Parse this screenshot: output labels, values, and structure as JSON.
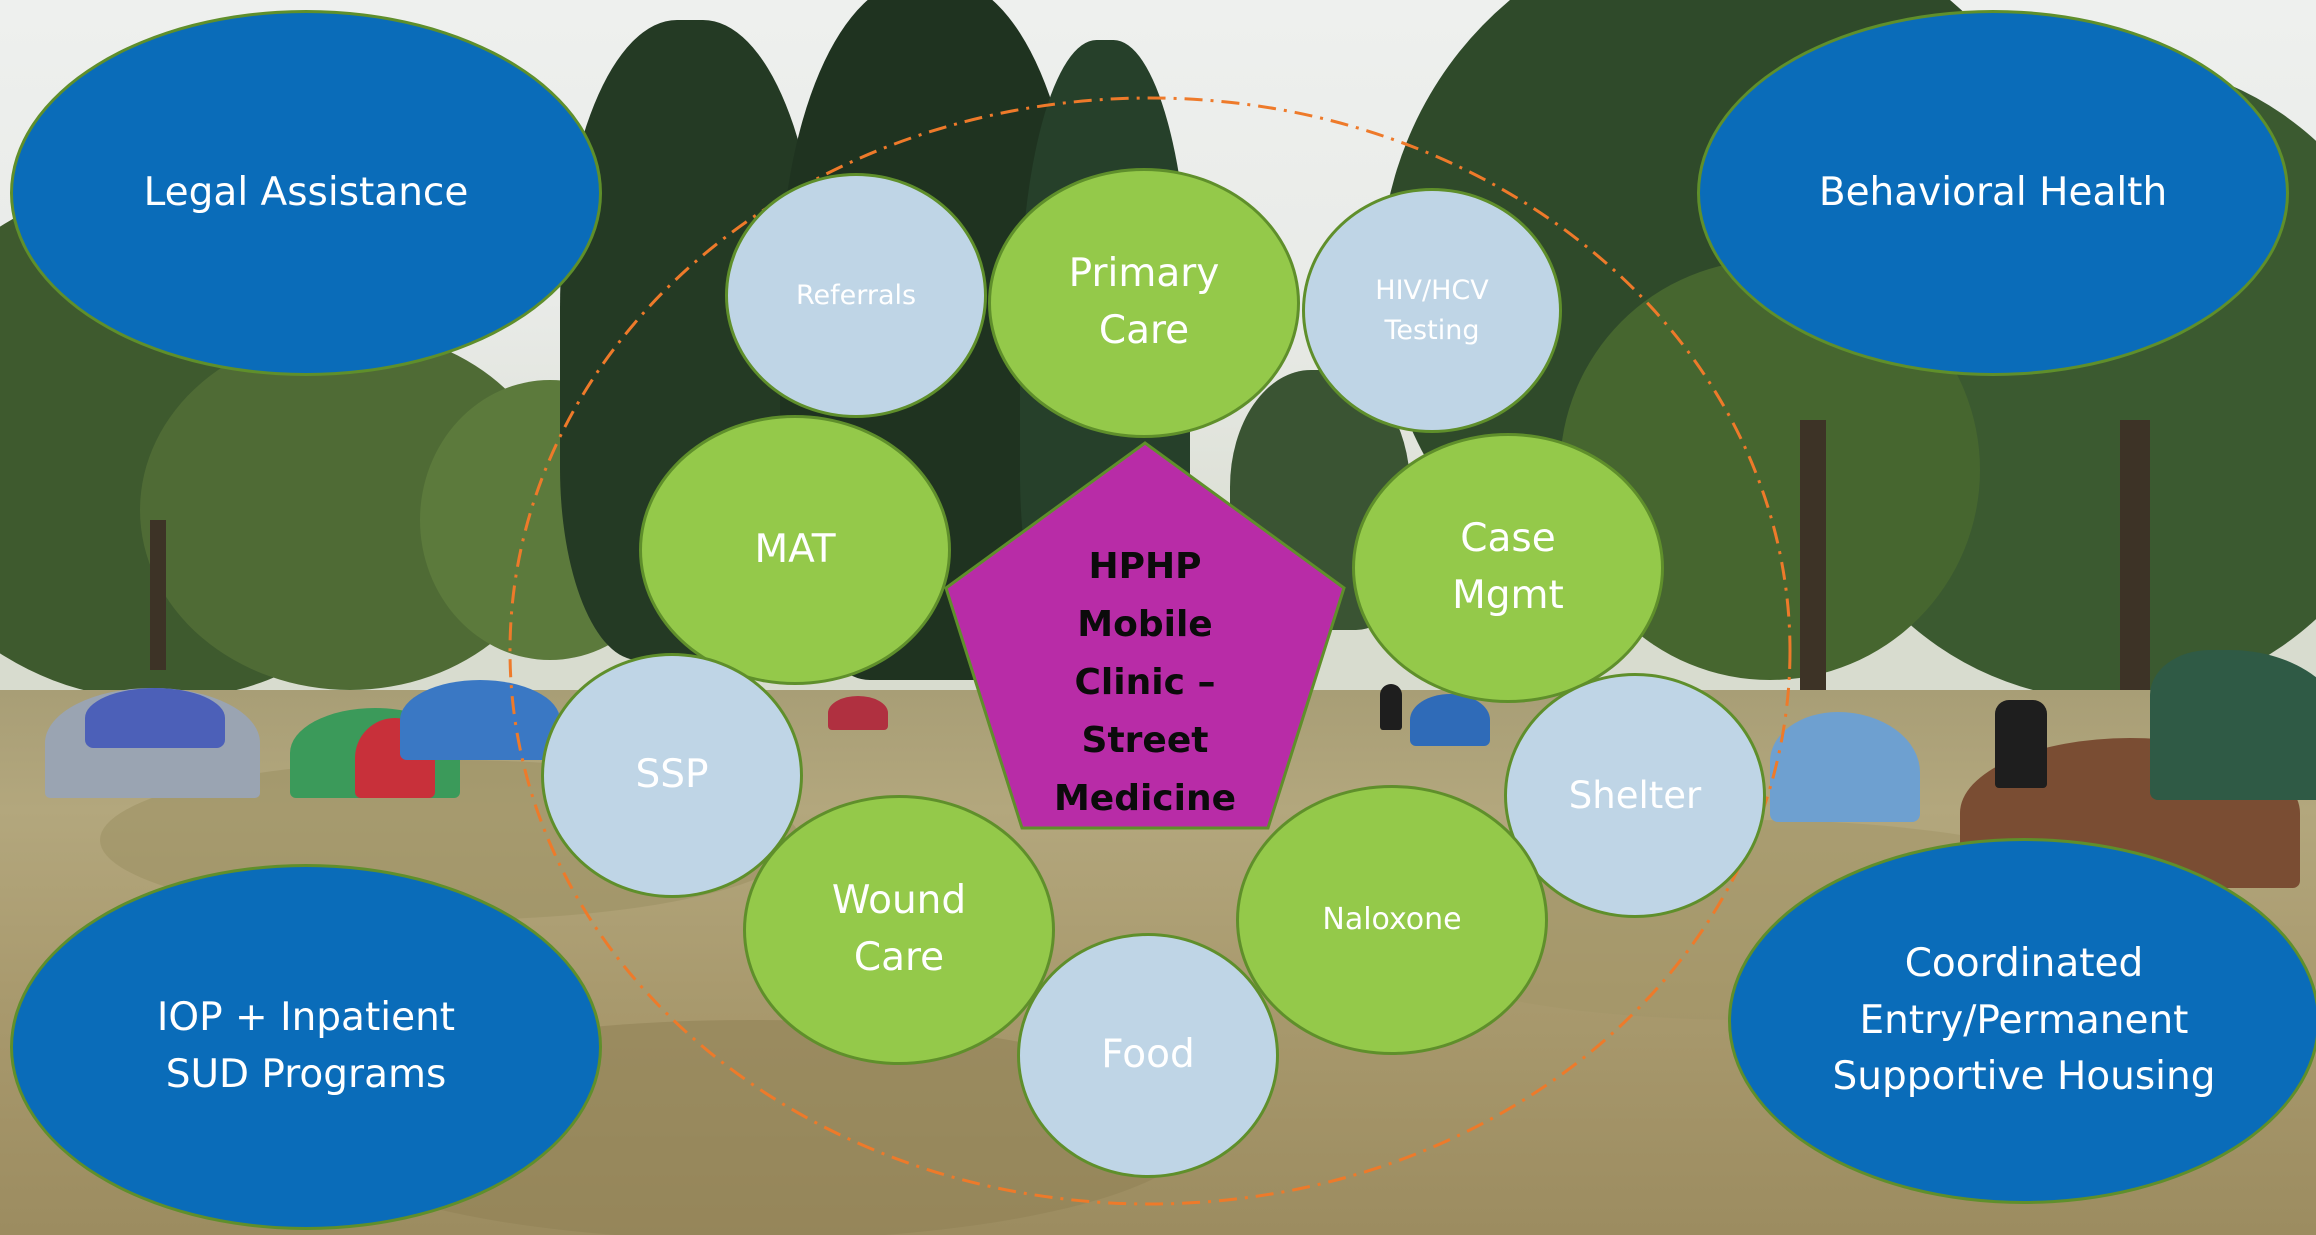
{
  "center": {
    "label": "HPHP\nMobile\nClinic –\nStreet\nMedicine",
    "color": "#b82ca7"
  },
  "outer_services": {
    "legal": "Legal Assistance",
    "behavioral": "Behavioral Health",
    "iop": "IOP + Inpatient\nSUD Programs",
    "housing": "Coordinated\nEntry/Permanent\nSupportive Housing"
  },
  "ring_services": {
    "referrals": "Referrals",
    "primary_care": "Primary\nCare",
    "hiv_hcv": "HIV/HCV\nTesting",
    "mat": "MAT",
    "case_mgmt": "Case\nMgmt",
    "ssp": "SSP",
    "shelter": "Shelter",
    "wound_care": "Wound\nCare",
    "naloxone": "Naloxone",
    "food": "Food"
  },
  "colors": {
    "outer": "#0a6cb9",
    "green": "#94c94a",
    "light": "#bfd5e6",
    "border": "#5f8f2b",
    "dashed_ring": "#ee7a2a"
  }
}
